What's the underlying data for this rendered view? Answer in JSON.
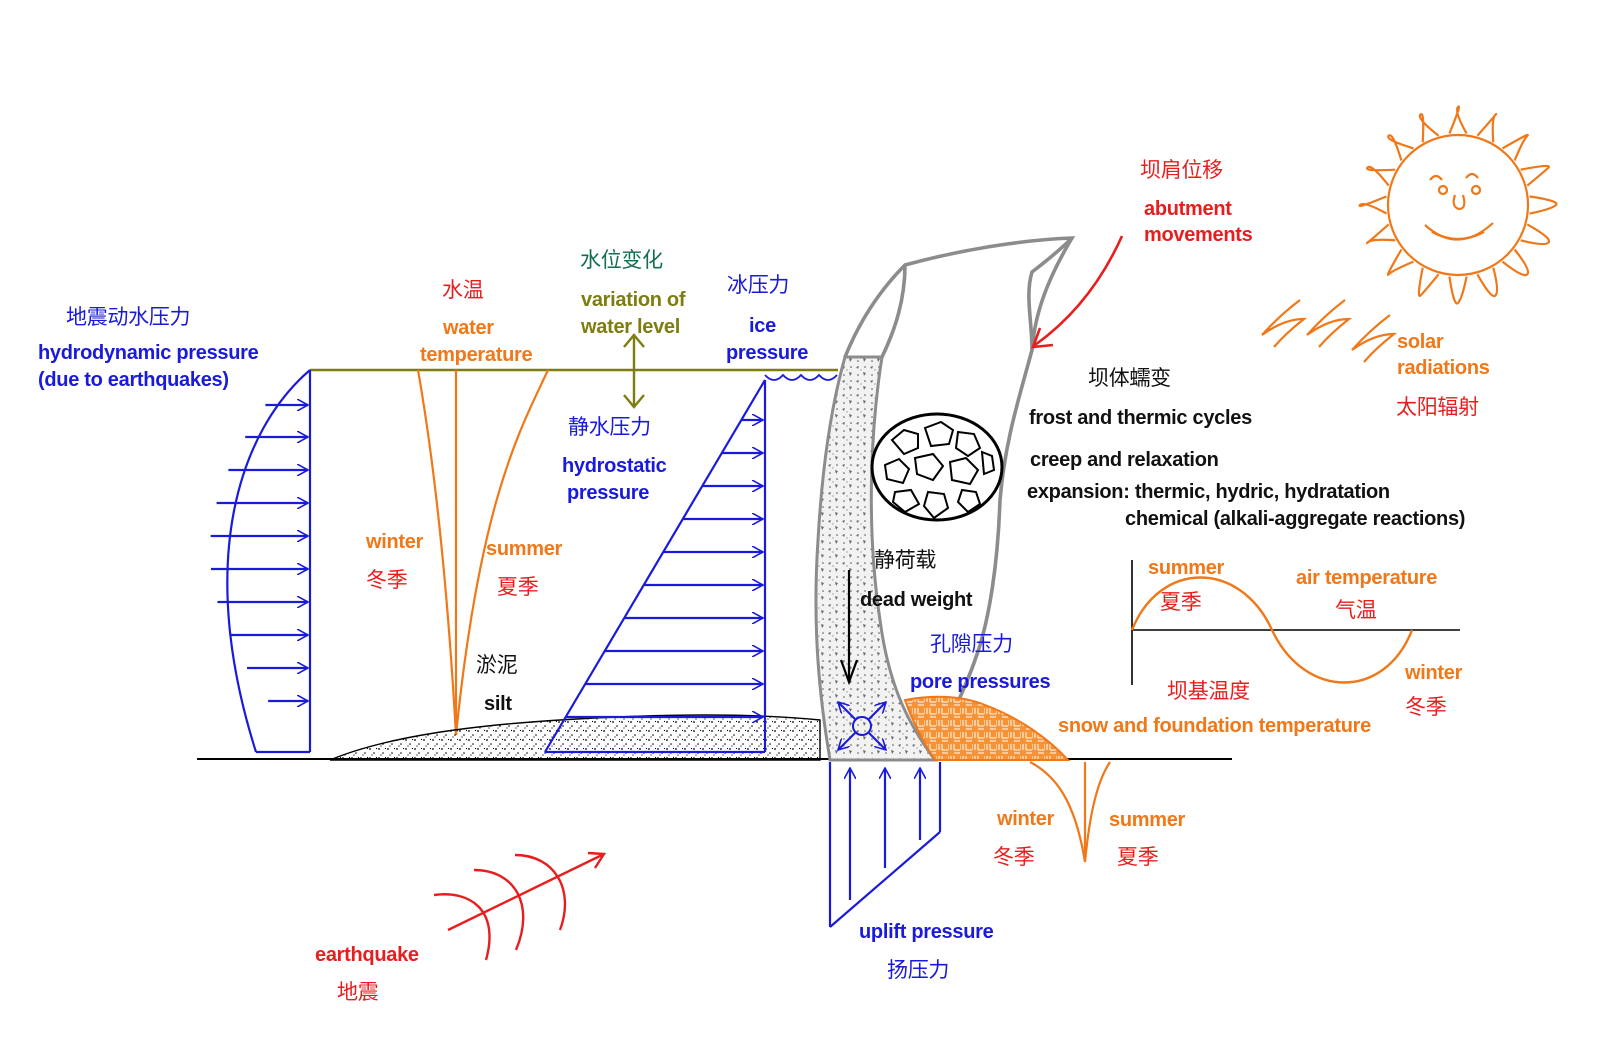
{
  "labels": {
    "hydrodynamic_cn": "地震动水压力",
    "hydrodynamic_en1": "hydrodynamic pressure",
    "hydrodynamic_en2": "(due to earthquakes)",
    "water_temp_cn": "水温",
    "water_temp_en1": "water",
    "water_temp_en2": "temperature",
    "water_level_cn": "水位变化",
    "water_level_en1": "variation of",
    "water_level_en2": "water level",
    "ice_cn": "冰压力",
    "ice_en1": "ice",
    "ice_en2": "pressure",
    "hydrostatic_cn": "静水压力",
    "hydrostatic_en1": "hydrostatic",
    "hydrostatic_en2": "pressure",
    "winter_water_en": "winter",
    "winter_water_cn": "冬季",
    "summer_water_en": "summer",
    "summer_water_cn": "夏季",
    "silt_cn": "淤泥",
    "silt_en": "silt",
    "dead_weight_cn": "静荷载",
    "dead_weight_en": "dead weight",
    "pore_cn": "孔隙压力",
    "pore_en": "pore pressures",
    "uplift_en": "uplift pressure",
    "uplift_cn": "扬压力",
    "earthquake_en": "earthquake",
    "earthquake_cn": "地震",
    "abutment_cn": "坝肩位移",
    "abutment_en1": "abutment",
    "abutment_en2": "movements",
    "solar_en1": "solar",
    "solar_en2": "radiations",
    "solar_cn": "太阳辐射",
    "creep_cn": "坝体蠕变",
    "frost": "frost and thermic cycles",
    "creep": "creep and relaxation",
    "expansion": "expansion: thermic, hydric, hydratation",
    "chemical": "chemical (alkali-aggregate reactions)",
    "summer_air_en": "summer",
    "summer_air_cn": "夏季",
    "air_temp_en": "air temperature",
    "air_temp_cn": "气温",
    "winter_air_en": "winter",
    "winter_air_cn": "冬季",
    "foundation_cn": "坝基温度",
    "foundation_en": "snow and foundation temperature",
    "winter_found_en": "winter",
    "winter_found_cn": "冬季",
    "summer_found_en": "summer",
    "summer_found_cn": "夏季"
  },
  "colors": {
    "pressure": "#1a1adb",
    "temperature": "#f07818",
    "external": "#e81e1e",
    "water_level": "#7d7d10",
    "dam_outline": "#8c8c8c",
    "ground": "#000000"
  }
}
